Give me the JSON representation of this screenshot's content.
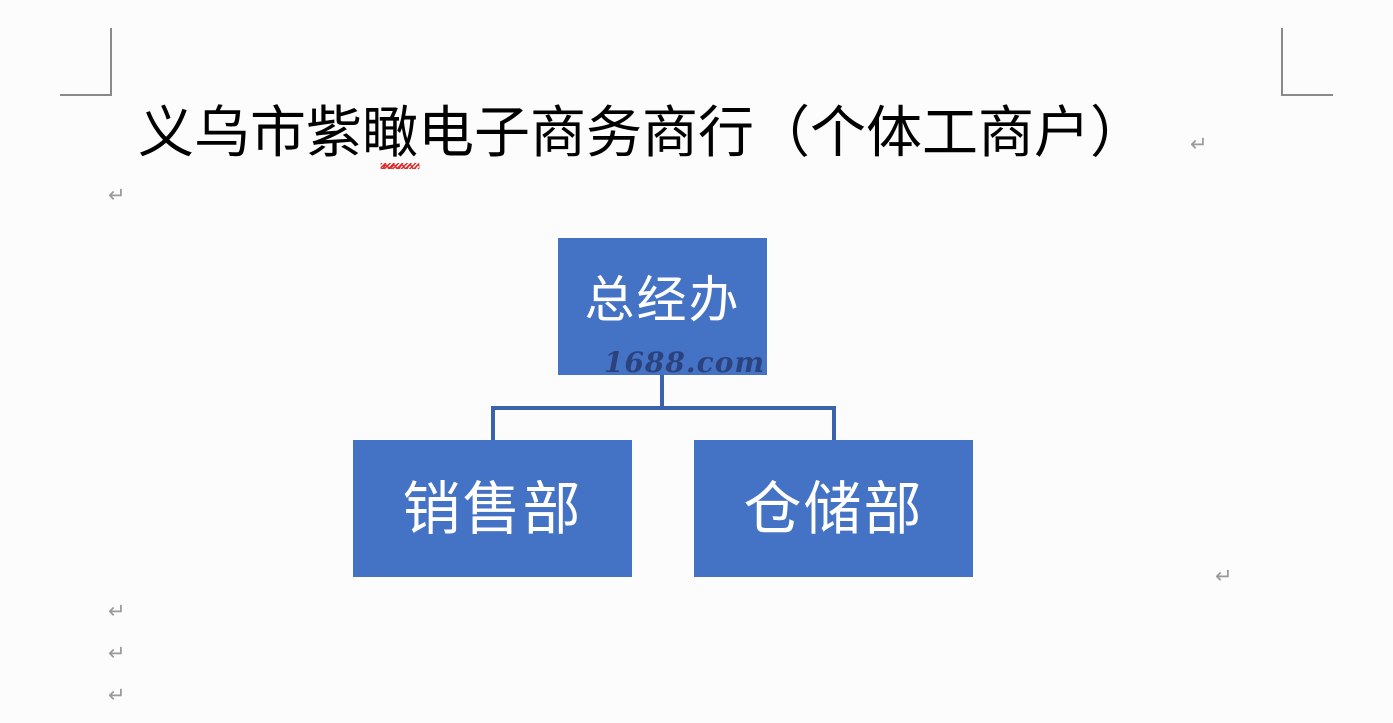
{
  "document": {
    "title_text": "义乌市紫瞰电子商务商行（个体工商户）",
    "paragraph_mark": "↵"
  },
  "colors": {
    "node_fill": "#4472C4",
    "node_text": "#FFFFFF",
    "connector": "#3A62AD",
    "watermark": "#2A3F7A",
    "spellcheck_underline": "#E02020",
    "crop_mark": "#8A8A8A",
    "page_background": "#FCFCFC"
  },
  "org_chart": {
    "type": "org-hierarchy",
    "root": {
      "id": "root",
      "label": "总经办",
      "children": [
        {
          "id": "sales",
          "label": "销售部"
        },
        {
          "id": "warehouse",
          "label": "仓储部"
        }
      ]
    },
    "nodes": [
      {
        "id": "root",
        "label": "总经办",
        "level": 0
      },
      {
        "id": "sales",
        "label": "销售部",
        "level": 1
      },
      {
        "id": "warehouse",
        "label": "仓储部",
        "level": 1
      }
    ],
    "edges": [
      {
        "from": "root",
        "to": "sales"
      },
      {
        "from": "root",
        "to": "warehouse"
      }
    ]
  },
  "watermark": {
    "text": "1688.com"
  },
  "marks": {
    "title_return": "↵",
    "body_return_1": "↵",
    "right_return": "↵",
    "footer_return_1": "↵",
    "footer_return_2": "↵",
    "footer_return_3": "↵"
  }
}
